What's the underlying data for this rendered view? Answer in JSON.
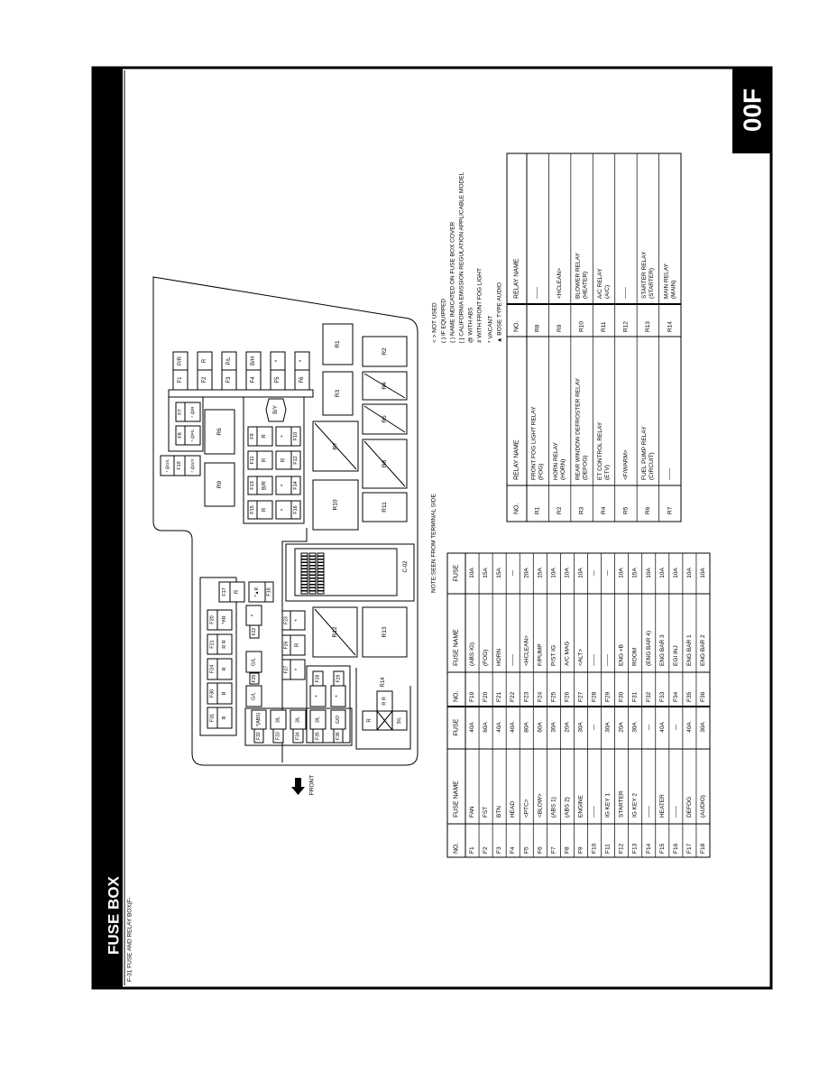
{
  "header": {
    "title": "FUSE BOX",
    "subtitle": "F-31 FUSE AND RELAY BOX(F-",
    "page_code": "00F"
  },
  "colors": {
    "ink": "#000000",
    "paper": "#ffffff"
  },
  "note": "NOTE:SEEN FROM TERMINAL SIDE",
  "front_label": "FRONT",
  "front_icon": "arrow-down-icon",
  "legend": [
    "< > NOT USED",
    "( ) IF EQUIPPED",
    "{ } NAME INDICATED ON FUSE BOX COVER",
    "[ ] CALIFORNIA EMISSION REGULATION APPLICABLE MODEL",
    "@ WITH ABS",
    "# WITH FRONT FOG LIGHT",
    "* VACANT",
    "▲ BOSE TYPE AUDIO"
  ],
  "fuse_table": {
    "headers": {
      "no": "NO.",
      "name": "FUSE NAME",
      "fuse": "FUSE"
    },
    "left": [
      {
        "no": "F1",
        "name": "FAN",
        "fuse": "40A"
      },
      {
        "no": "F2",
        "name": "FST",
        "fuse": "60A"
      },
      {
        "no": "F3",
        "name": "BTN",
        "fuse": "40A"
      },
      {
        "no": "F4",
        "name": "HEAD",
        "fuse": "40A"
      },
      {
        "no": "F5",
        "name": "<PTC>",
        "fuse": "80A"
      },
      {
        "no": "F6",
        "name": "<BLOW>",
        "fuse": "60A"
      },
      {
        "no": "F7",
        "name": "(ABS 1)",
        "fuse": "30A"
      },
      {
        "no": "F8",
        "name": "(ABS 2)",
        "fuse": "20A"
      },
      {
        "no": "F9",
        "name": "ENGINE",
        "fuse": "30A"
      },
      {
        "no": "F10",
        "name": "——",
        "fuse": "—"
      },
      {
        "no": "F11",
        "name": "IG KEY 1",
        "fuse": "30A"
      },
      {
        "no": "F12",
        "name": "STARTER",
        "fuse": "20A"
      },
      {
        "no": "F13",
        "name": "IG KEY 2",
        "fuse": "30A"
      },
      {
        "no": "F14",
        "name": "——",
        "fuse": "—"
      },
      {
        "no": "F15",
        "name": "HEATER",
        "fuse": "40A"
      },
      {
        "no": "F16",
        "name": "——",
        "fuse": "—"
      },
      {
        "no": "F17",
        "name": "DEFOG",
        "fuse": "40A"
      },
      {
        "no": "F18",
        "name": "(AUDIO)",
        "fuse": "30A"
      }
    ],
    "right": [
      {
        "no": "F19",
        "name": "(ABS IG)",
        "fuse": "10A"
      },
      {
        "no": "F20",
        "name": "(FOG)",
        "fuse": "15A"
      },
      {
        "no": "F21",
        "name": "HORN",
        "fuse": "15A"
      },
      {
        "no": "F22",
        "name": "——",
        "fuse": "—"
      },
      {
        "no": "F23",
        "name": "<HCLEAN>",
        "fuse": "20A"
      },
      {
        "no": "F24",
        "name": "F/PUMP",
        "fuse": "15A"
      },
      {
        "no": "F25",
        "name": "P/ST IG",
        "fuse": "10A"
      },
      {
        "no": "F26",
        "name": "A/C MAG",
        "fuse": "10A"
      },
      {
        "no": "F27",
        "name": "<ALT>",
        "fuse": "10A"
      },
      {
        "no": "F28",
        "name": "——",
        "fuse": "—"
      },
      {
        "no": "F29",
        "name": "——",
        "fuse": "—"
      },
      {
        "no": "F30",
        "name": "ENG +B",
        "fuse": "10A"
      },
      {
        "no": "F31",
        "name": "ROOM",
        "fuse": "15A"
      },
      {
        "no": "F32",
        "name": "(ENG BAR 4)",
        "fuse": "10A"
      },
      {
        "no": "F33",
        "name": "ENG BAR 3",
        "fuse": "10A"
      },
      {
        "no": "F34",
        "name": "EGI INJ",
        "fuse": "10A"
      },
      {
        "no": "F35",
        "name": "ENG BAR 1",
        "fuse": "10A"
      },
      {
        "no": "F36",
        "name": "ENG BAR 2",
        "fuse": "10A"
      }
    ]
  },
  "relay_table": {
    "headers": {
      "no": "NO.",
      "name": "RELAY NAME"
    },
    "left": [
      {
        "no": "R1",
        "name1": "FRONT FOG LIGHT RELAY",
        "name2": "(FOG)"
      },
      {
        "no": "R2",
        "name1": "HORN RELAY",
        "name2": "(HORN)"
      },
      {
        "no": "R3",
        "name1": "REAR WINDOW DEFROSTER RELAY",
        "name2": "(DEFOG)"
      },
      {
        "no": "R4",
        "name1": "ET CONTROL RELAY",
        "name2": "(ETV)"
      },
      {
        "no": "R5",
        "name1": "<F/WARM>",
        "name2": ""
      },
      {
        "no": "R6",
        "name1": "FUEL PUMP RELAY",
        "name2": "(CIRCUIT)"
      },
      {
        "no": "R7",
        "name1": "——",
        "name2": ""
      }
    ],
    "right": [
      {
        "no": "R8",
        "name1": "——",
        "name2": ""
      },
      {
        "no": "R9",
        "name1": "<HCLEAN>",
        "name2": ""
      },
      {
        "no": "R10",
        "name1": "BLOWER RELAY",
        "name2": "(HEATER)"
      },
      {
        "no": "R11",
        "name1": "A/C RELAY",
        "name2": "(A/C)"
      },
      {
        "no": "R12",
        "name1": "——",
        "name2": ""
      },
      {
        "no": "R13",
        "name1": "STARTER RELAY",
        "name2": "(STARTER)"
      },
      {
        "no": "R14",
        "name1": "MAIN RELAY",
        "name2": "(MAIN)"
      }
    ]
  },
  "diagram": {
    "labels": {
      "F1": "F1",
      "F1t": "P/R",
      "F2": "F2",
      "F2t": "R",
      "F3": "F3",
      "F3t": "P/L",
      "F4": "F4",
      "F4t": "B/H",
      "F5": "F5",
      "F5t": "*",
      "F6": "F6",
      "F6t": "*",
      "F7": "F7",
      "F7t": "* @/R",
      "F8": "F8",
      "F8t": "* @P/L",
      "F19": "F19",
      "F19a": "* @G/L",
      "F19b": "* @G/Y",
      "R6": "R6",
      "R9": "R9",
      "BY": "B/Y",
      "F9": "F9",
      "F9t": "R",
      "F10": "F10",
      "F10t": "*",
      "F11": "F11",
      "F11t": "R",
      "F12": "F12",
      "F12t": "R",
      "F13": "F13",
      "F13t": "B/R",
      "F14": "F14",
      "F14t": "*",
      "F15": "F15",
      "F15t": "R",
      "F16": "F16",
      "F16t": "*",
      "R1": "R1",
      "R2": "R2",
      "R3": "R3",
      "R4": "R4",
      "R5": "R5",
      "R7": "R7",
      "R8": "R8",
      "R10": "R10",
      "R11": "R11",
      "C02": "C-02",
      "R12": "R12",
      "R13": "R13",
      "F17": "F17",
      "F17t": "R",
      "F18": "F18",
      "F18t": "*▲R",
      "F20": "F20",
      "F20t": "*#R",
      "F21": "F21",
      "F21t": "R R",
      "F24": "F24",
      "F24t": "R",
      "F30": "F30",
      "F30t": "R",
      "F31": "F31",
      "F31t": "R",
      "F22": "F22",
      "F22t": "*",
      "F25": "F25",
      "F25a": "G/L",
      "F25b": "G/L",
      "F23": "F23",
      "F23t": "*",
      "F26": "F26",
      "F26t": "R",
      "F27": "F27",
      "F27t": "*",
      "F28": "F28",
      "F28t": "*",
      "F29": "F29",
      "F29t": "*",
      "F32": "F32",
      "F32t": "*{ABS}",
      "F33": "F33",
      "F33t": "3/L",
      "F34": "F34",
      "F34t": "3/L",
      "F35": "F35",
      "F35t": "3/L",
      "F36": "F36",
      "F36t": "G/O",
      "R14": "R14",
      "R14a": "R R",
      "R14b": "R",
      "R14c": "3/L"
    }
  }
}
